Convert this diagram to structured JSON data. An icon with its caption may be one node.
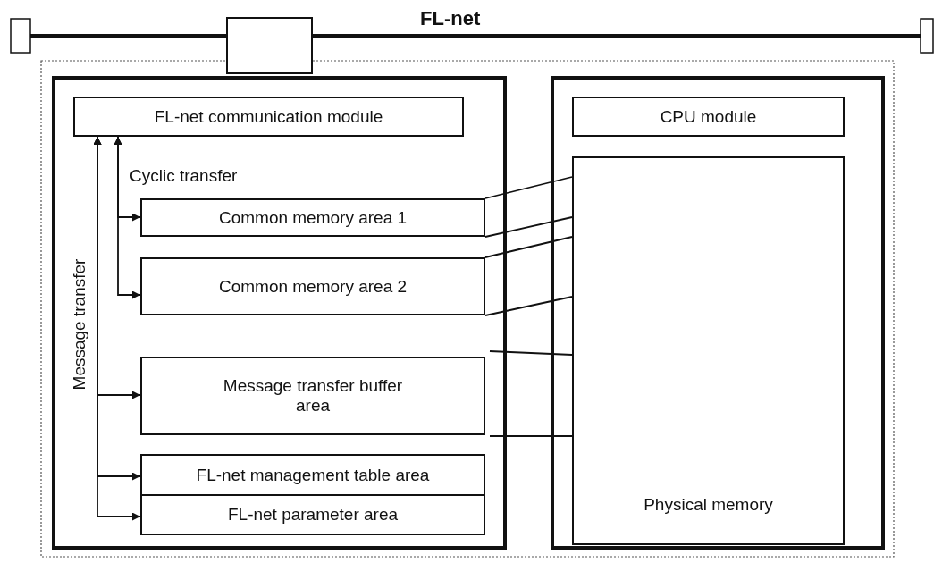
{
  "diagram": {
    "nodes": [
      {
        "text": [],
        "shape": "box"
      },
      {
        "text": [
          "FL-net communication module"
        ],
        "in": 0
      },
      {
        "text": [
          "Common memory area 1"
        ],
        "in": 0
      },
      {
        "text": [
          "Common memory area 2"
        ],
        "in": 0
      },
      {
        "text": [
          "Message transfer buffer area"
        ],
        "in": 0
      },
      {
        "text": [
          "FL-net management table area"
        ],
        "in": 0
      },
      {
        "text": [
          "FL-net parameter area"
        ],
        "in": 0
      },
      {
        "text": [],
        "shape": "box"
      },
      {
        "text": [
          "CPU module"
        ],
        "in": 7
      },
      {
        "text": [
          "Physical memory"
        ],
        "in": 7
      },
      {
        "text": [],
        "shape": "box"
      }
    ],
    "edges": [
      {
        "from": 1,
        "to": 2,
        "arrow": "both"
      },
      {
        "from": 1,
        "to": 3,
        "arrow": "both"
      },
      {
        "from": 1,
        "to": 4,
        "arrow": "both"
      },
      {
        "from": 1,
        "to": 5,
        "arrow": "both"
      },
      {
        "from": 1,
        "to": 6,
        "arrow": "both"
      },
      {
        "from": 2,
        "to": 9,
        "arrow": "none"
      },
      {
        "from": 2,
        "to": 9,
        "arrow": "none"
      },
      {
        "from": 3,
        "to": 9,
        "arrow": "none"
      },
      {
        "from": 3,
        "to": 9,
        "arrow": "none"
      },
      {
        "from": 4,
        "to": 9,
        "arrow": "none"
      },
      {
        "from": 4,
        "to": 9,
        "arrow": "none"
      }
    ],
    "labels": [
      "FL-net",
      "Cyclic transfer",
      "Message transfer"
    ]
  }
}
